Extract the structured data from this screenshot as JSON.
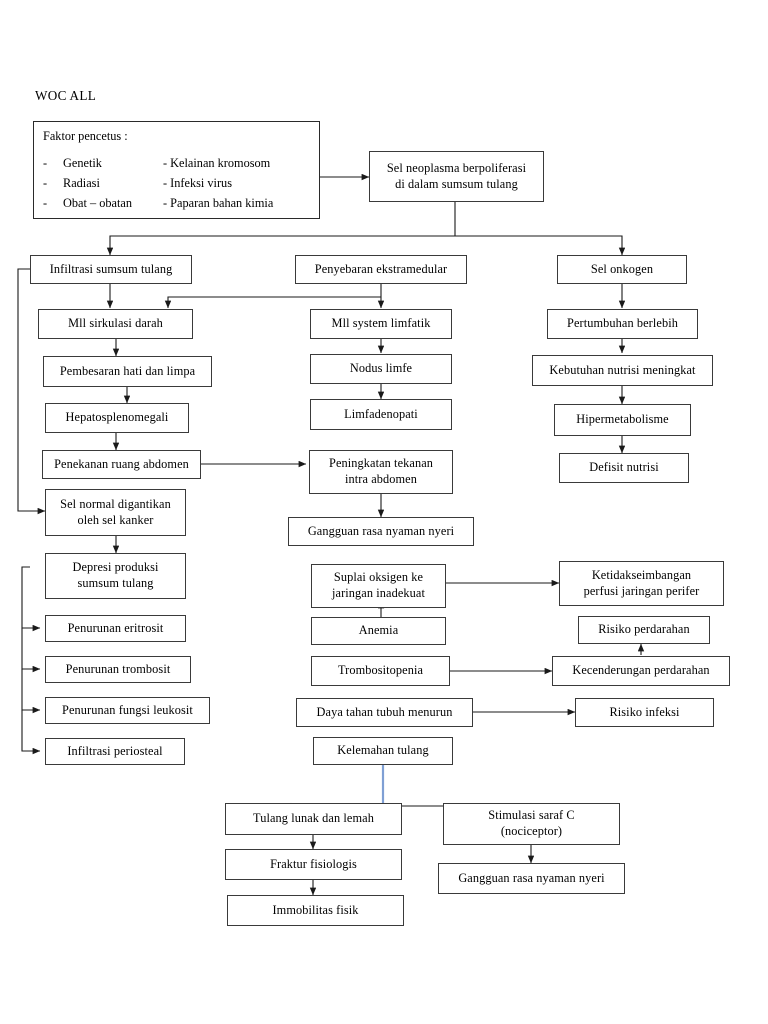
{
  "page": {
    "title": "WOC ALL",
    "background": "#ffffff",
    "box_border_color": "#3a3a3a",
    "connector_color": "#1a1a1a",
    "highlight_connector_color": "#7f9fd4"
  },
  "factors_box": {
    "heading": "Faktor pencetus :",
    "bullet": "-",
    "rows": [
      {
        "left": "Genetik",
        "right": "- Kelainan kromosom"
      },
      {
        "left": "Radiasi",
        "right": "- Infeksi virus"
      },
      {
        "left": "Obat – obatan",
        "right": "- Paparan bahan kimia"
      }
    ]
  },
  "nodes": {
    "neoplasma": "Sel neoplasma berpoliferasi\ndi dalam sumsum tulang",
    "infiltrasi_sumsum": "Infiltrasi sumsum tulang",
    "penyebaran": "Penyebaran ekstramedular",
    "sel_onkogen": "Sel onkogen",
    "mll_sirkulasi": "Mll sirkulasi darah",
    "mll_limfatik": "Mll system limfatik",
    "pertumbuhan": "Pertumbuhan berlebih",
    "pembesaran": "Pembesaran hati dan limpa",
    "nodus_limfe": "Nodus limfe",
    "kebutuhan_nutrisi": "Kebutuhan nutrisi meningkat",
    "hepatosplenomegali": "Hepatosplenomegali",
    "limfadenopati": "Limfadenopati",
    "hipermetabolisme": "Hipermetabolisme",
    "penekanan_abdomen": "Penekanan ruang abdomen",
    "peningkatan_tekanan": "Peningkatan tekanan\nintra abdomen",
    "defisit_nutrisi": "Defisit nutrisi",
    "sel_normal": "Sel normal digantikan\noleh sel kanker",
    "gangguan_nyeri_1": "Gangguan rasa nyaman nyeri",
    "depresi_produksi": "Depresi produksi\nsumsum tulang",
    "suplai_oksigen": "Suplai oksigen ke\njaringan inadekuat",
    "ketidakseimbangan": "Ketidakseimbangan\nperfusi jaringan perifer",
    "penurunan_eritrosit": "Penurunan eritrosit",
    "anemia": "Anemia",
    "risiko_perdarahan": "Risiko perdarahan",
    "penurunan_trombosit": "Penurunan trombosit",
    "trombositopenia": "Trombositopenia",
    "kecenderungan_perdarahan": "Kecenderungan perdarahan",
    "penurunan_leukosit": "Penurunan fungsi leukosit",
    "daya_tahan": "Daya tahan tubuh menurun",
    "risiko_infeksi": "Risiko infeksi",
    "infiltrasi_periosteal": "Infiltrasi periosteal",
    "kelemahan_tulang": "Kelemahan tulang",
    "tulang_lunak": "Tulang lunak dan lemah",
    "stimulasi_saraf": "Stimulasi saraf C\n(nociceptor)",
    "fraktur": "Fraktur fisiologis",
    "gangguan_nyeri_2": "Gangguan rasa nyaman nyeri",
    "immobilitas": "Immobilitas fisik"
  }
}
